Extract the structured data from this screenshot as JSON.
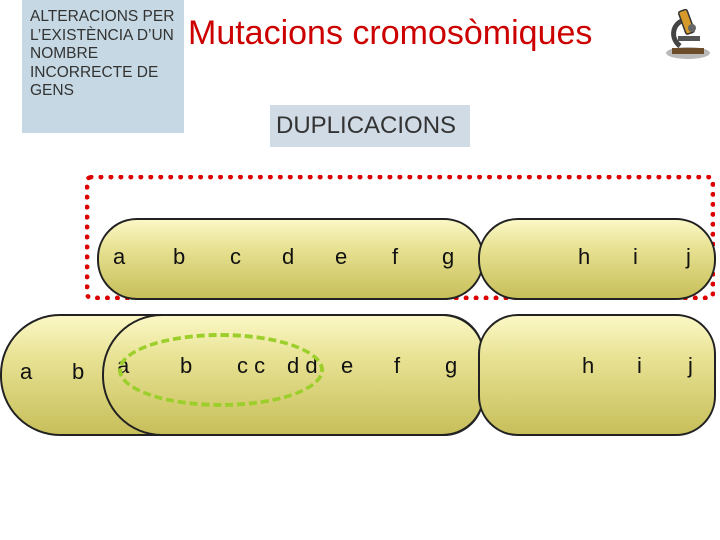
{
  "sidebar_label": "ALTERACIONS PER L’EXISTÈNCIA D’UN NOMBRE INCORRECTE DE GENS",
  "title": "Mutacions cromosòmiques",
  "subtitle": "DUPLICACIONS",
  "top_chromosome": {
    "left_arm_genes": [
      "a",
      "b",
      "c",
      "d",
      "e",
      "f",
      "g"
    ],
    "right_arm_genes": [
      "h",
      "i",
      "j"
    ]
  },
  "bottom_chromosome": {
    "left_arm_genes": [
      "a",
      "b",
      "a",
      "b",
      "c c",
      "d d",
      "e",
      "f",
      "g"
    ],
    "right_arm_genes": [
      "h",
      "i",
      "j"
    ]
  },
  "colors": {
    "title": "#cc0000",
    "highlight_original": "#dd0000",
    "highlight_duplication": "#9ccf2b",
    "chromosome_fill": "#e8e294"
  },
  "icons": [
    "microscope-icon"
  ]
}
